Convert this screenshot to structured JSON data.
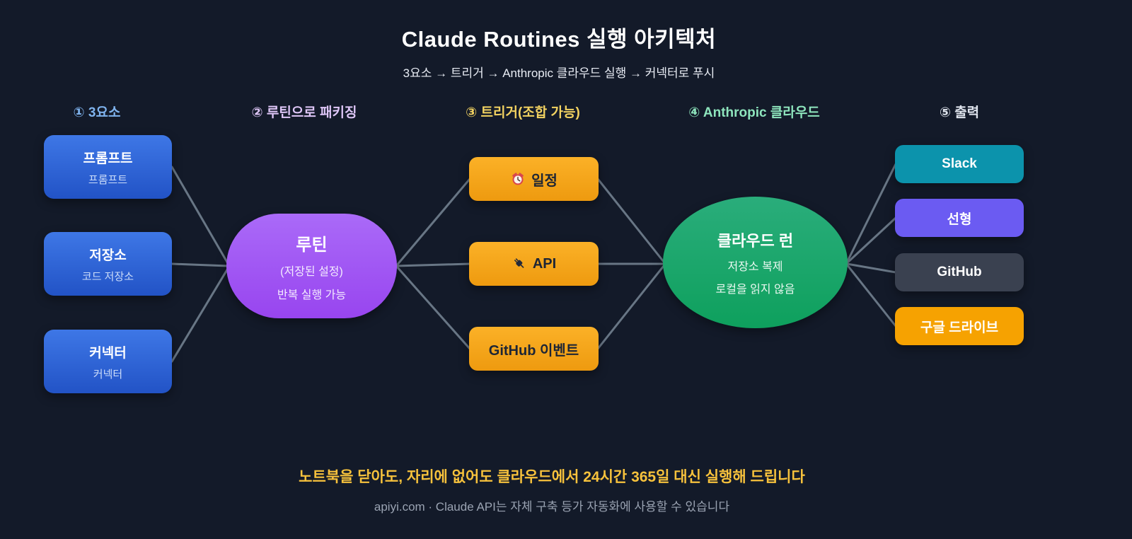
{
  "title": "Claude Routines 실행 아키텍처",
  "subtitle": "3요소 → 트리거 → Anthropic 클라우드 실행 → 커넥터로 푸시",
  "columns": [
    {
      "header": "① 3요소",
      "color": "#7FB3EE"
    },
    {
      "header": "② 루틴으로 패키징",
      "color": "#DEC6F7"
    },
    {
      "header": "③ 트리거(조합 가능)",
      "color": "#F2D261"
    },
    {
      "header": "④ Anthropic 클라우드",
      "color": "#8EE5BD"
    },
    {
      "header": "⑤ 출력",
      "color": "#DFE4ED"
    }
  ],
  "nodes": {
    "prompt": {
      "title": "프롬프트",
      "subtitle": "프롬프트",
      "color": "#2F63D6"
    },
    "repository": {
      "title": "저장소",
      "subtitle": "코드 저장소",
      "color": "#2F63D6"
    },
    "connector": {
      "title": "커넥터",
      "subtitle": "커넥터",
      "color": "#2F63D6"
    },
    "routine": {
      "title": "루틴",
      "line1": "(저장된 설정)",
      "line2": "반복 실행 가능",
      "color": "#A158F4"
    },
    "trigger_schedule": {
      "icon": "alarm-clock",
      "label": "일정",
      "color": "#F5A61B"
    },
    "trigger_api": {
      "icon": "plug",
      "label": "API",
      "color": "#F5A61B"
    },
    "trigger_github": {
      "label": "GitHub 이벤트",
      "color": "#F5A61B"
    },
    "cloud_run": {
      "title": "클라우드 런",
      "line1": "저장소 복제",
      "line2": "로컬을 읽지 않음",
      "color": "#1CA76C"
    },
    "output_slack": {
      "label": "Slack",
      "color": "#0C93AC"
    },
    "output_linear": {
      "label": "선형",
      "color": "#6B5BF2"
    },
    "output_github": {
      "label": "GitHub",
      "color": "#3A4150"
    },
    "output_gdrive": {
      "label": "구글 드라이브",
      "color": "#F6A201"
    }
  },
  "footer": {
    "highlight": "노트북을 닫아도, 자리에 없어도 클라우드에서 24시간 365일 대신 실행해 드립니다",
    "credit": "apiyi.com · Claude API는 자체 구축 등가 자동화에 사용할 수 있습니다"
  },
  "style": {
    "background": "#131A29",
    "edge_color": "#72808F",
    "highlight_color": "#F7C23C"
  }
}
